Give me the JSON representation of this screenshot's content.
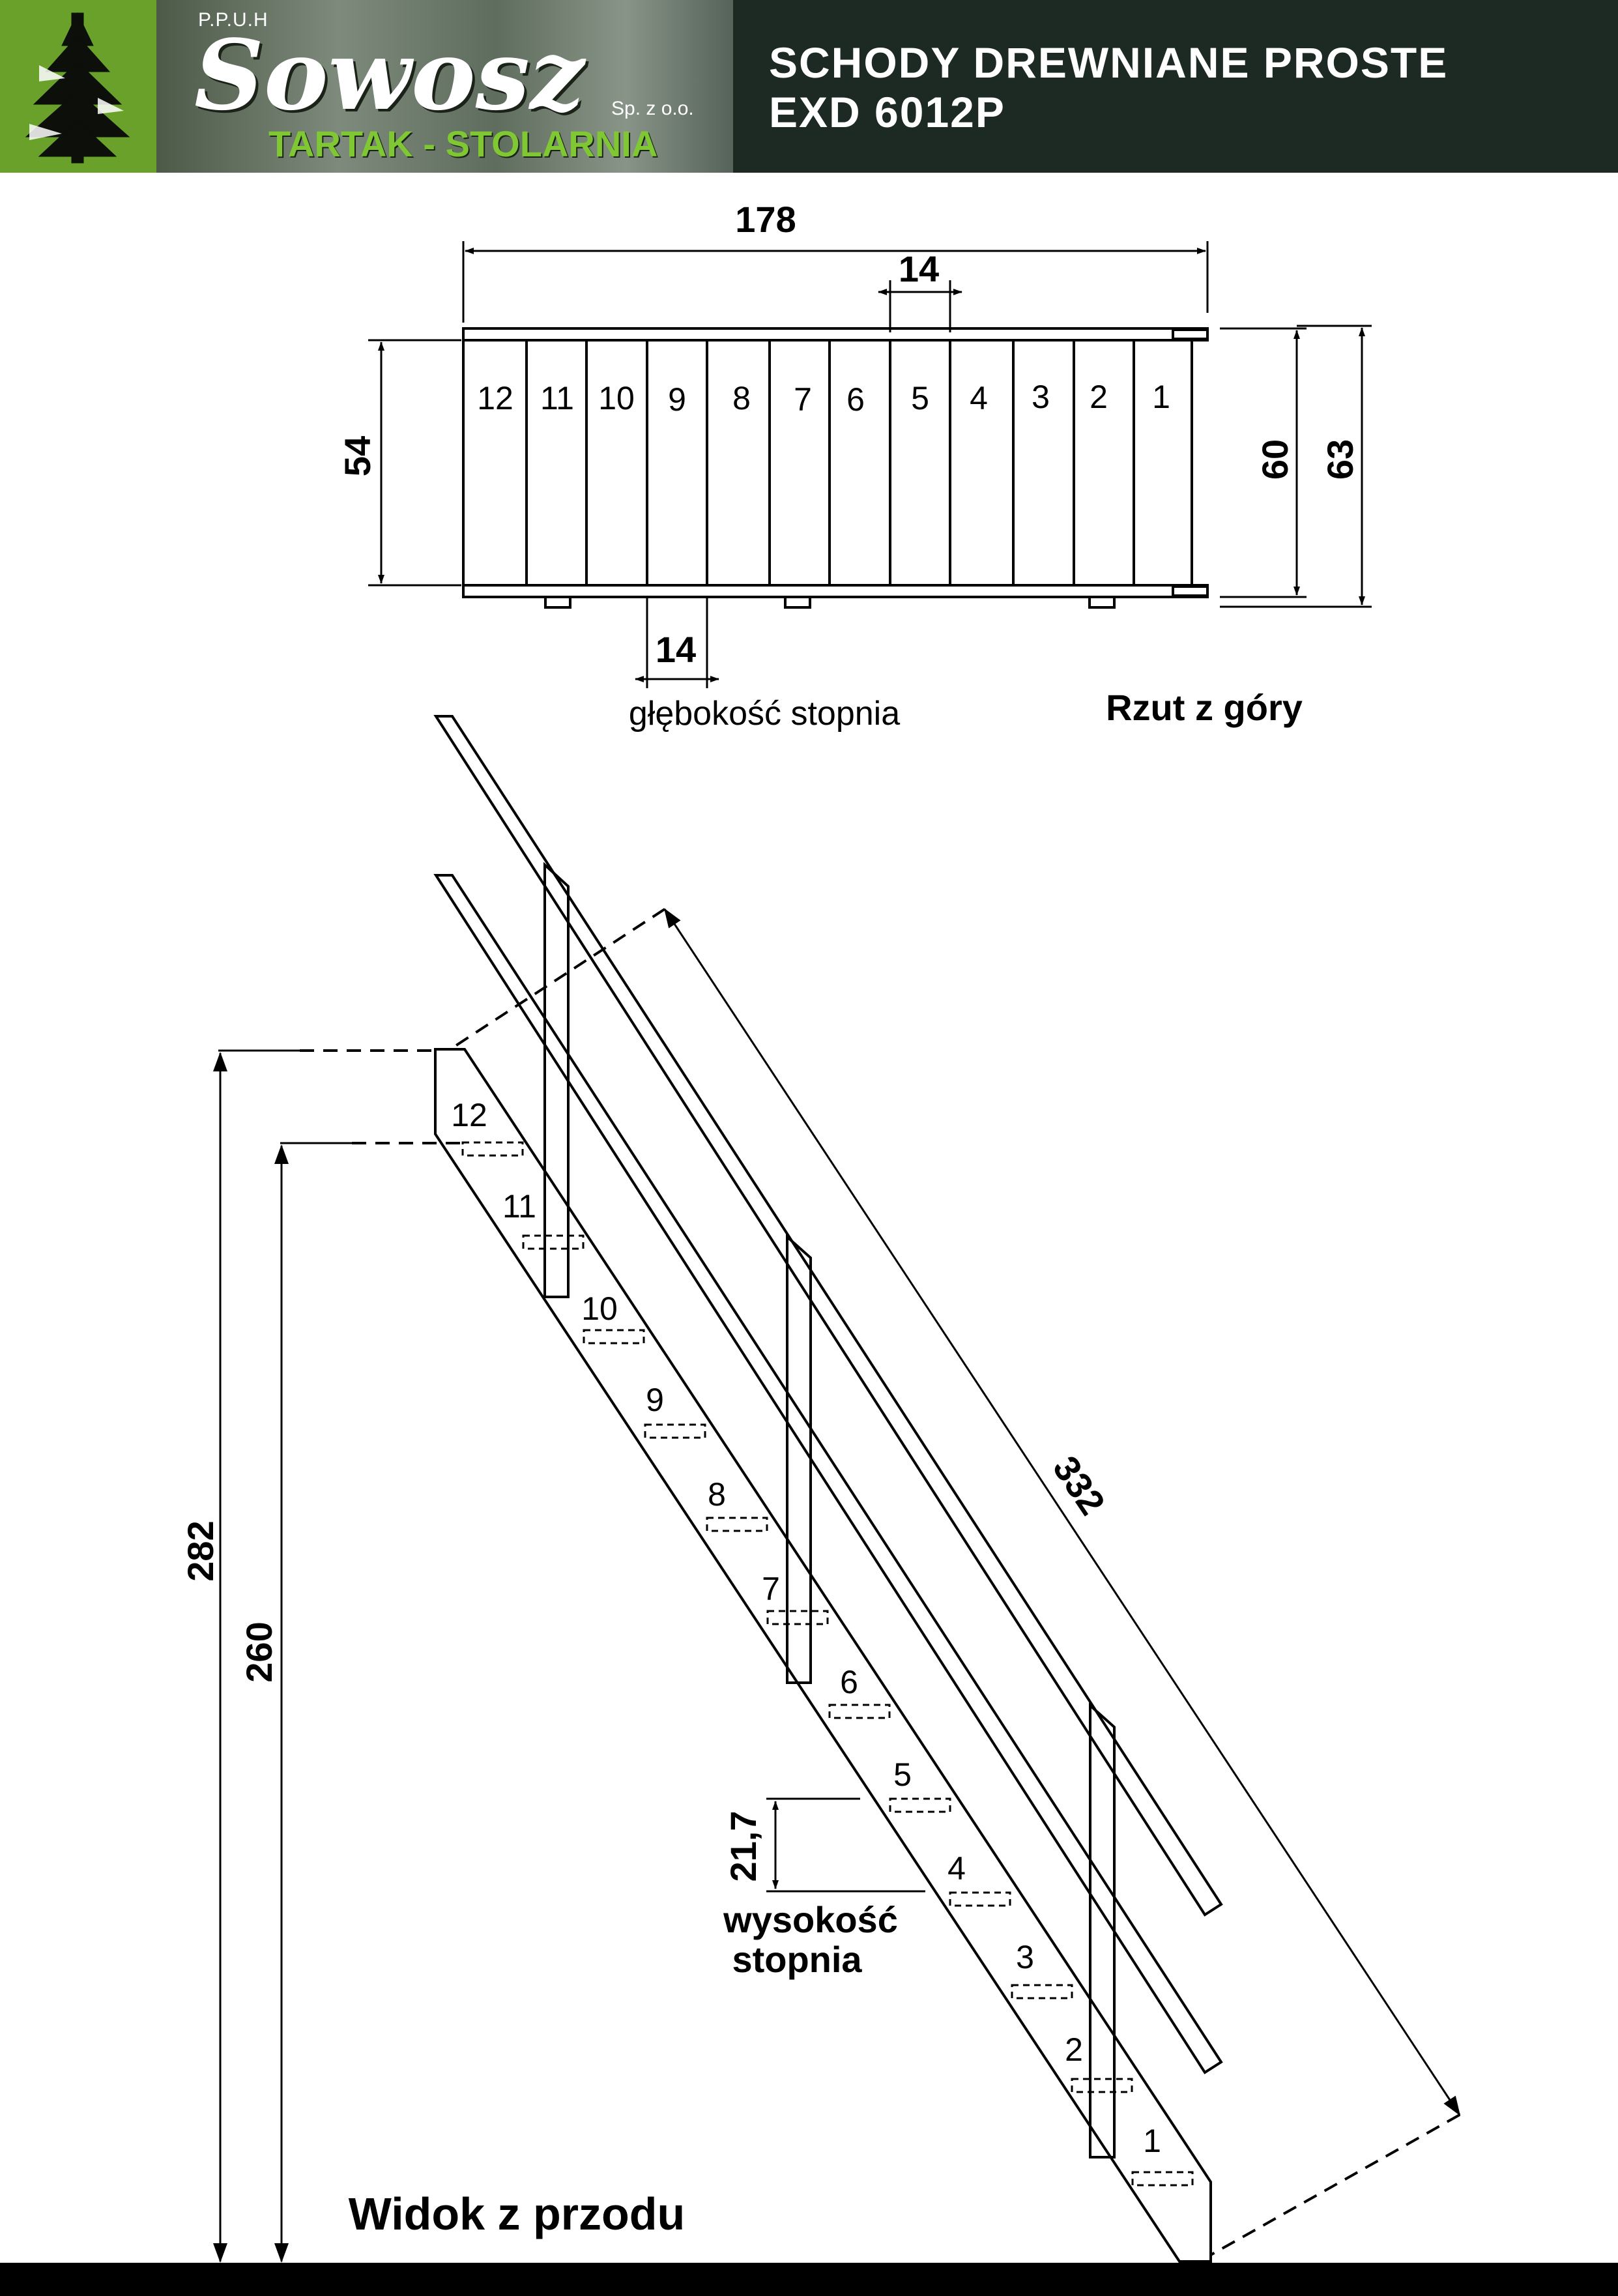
{
  "header": {
    "company_prefix": "P.P.U.H",
    "brand": "Sowosz",
    "legal_suffix": "Sp. z o.o.",
    "tagline": "TARTAK - STOLARNIA",
    "title_line1": "SCHODY DREWNIANE PROSTE",
    "title_line2": "EXD 6012P",
    "logo_color": "#69a12b",
    "tagline_color": "#7fc833"
  },
  "top_view": {
    "label": "Rzut z góry",
    "total_length": "178",
    "tread_width_top": "14",
    "side_width": "54",
    "inner_width": "60",
    "outer_width": "63",
    "tread_depth_value": "14",
    "tread_depth_label": "głębokość stopnia",
    "step_numbers": [
      "12",
      "11",
      "10",
      "9",
      "8",
      "7",
      "6",
      "5",
      "4",
      "3",
      "2",
      "1"
    ]
  },
  "front_view": {
    "label": "Widok z przodu",
    "diagonal_length": "332",
    "total_height": "282",
    "floor_height": "260",
    "step_rise_value": "21,7",
    "step_rise_label_line1": "wysokość",
    "step_rise_label_line2": "stopnia",
    "step_numbers": [
      "12",
      "11",
      "10",
      "9",
      "8",
      "7",
      "6",
      "5",
      "4",
      "3",
      "2",
      "1"
    ]
  }
}
